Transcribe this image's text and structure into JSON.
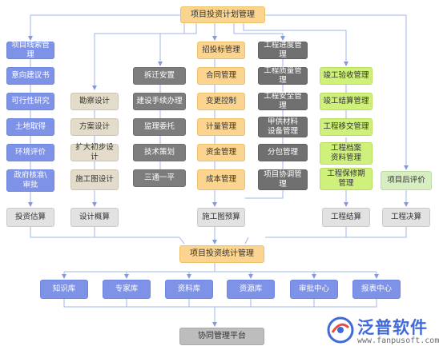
{
  "top_title": "项目投资计划管理",
  "mid_title": "项目投资统计管理",
  "platform": "协同管理平台",
  "col1": [
    "项目线索管理",
    "意向建议书",
    "可行性研究",
    "土地取得",
    "环境评价",
    "政府核准\\\n审批"
  ],
  "col2": [
    "勘察设计",
    "方案设计",
    "扩大初步设计",
    "施工图设计"
  ],
  "col3": [
    "拆迁安置",
    "建设手续办理",
    "监理委托",
    "技术策划",
    "三通一平"
  ],
  "col4": [
    "招投标管理",
    "合同管理",
    "变更控制",
    "计量管理",
    "资金管理",
    "成本管理"
  ],
  "col5": [
    "工程进度管理",
    "工程质量管理",
    "工程安全管理",
    "甲供材料\n设备管理",
    "分包管理",
    "项目协调管理"
  ],
  "col6": [
    "竣工验收管理",
    "竣工结算管理",
    "工程移交管理",
    "工程档案\n资料管理",
    "工程保修期\n管理"
  ],
  "col7": [
    "项目后评价"
  ],
  "bottom_row": [
    "投资估算",
    "设计概算",
    "施工图预算",
    "工程结算",
    "工程决算"
  ],
  "modules": [
    "知识库",
    "专家库",
    "资料库",
    "资源库",
    "审批中心",
    "报表中心"
  ],
  "logo": {
    "name": "泛普软件",
    "url": "www.fanpusoft.com"
  },
  "colors": {
    "blue": "#7e93e8",
    "tan": "#e4dcca",
    "gray": "#7d7d7d",
    "orange": "#fbd48f",
    "green": "#cff07a",
    "light_green": "#d6eec2",
    "light_gray": "#e2e2e2",
    "connector": "#8aa3e6",
    "logo": "#3f6ad8"
  }
}
